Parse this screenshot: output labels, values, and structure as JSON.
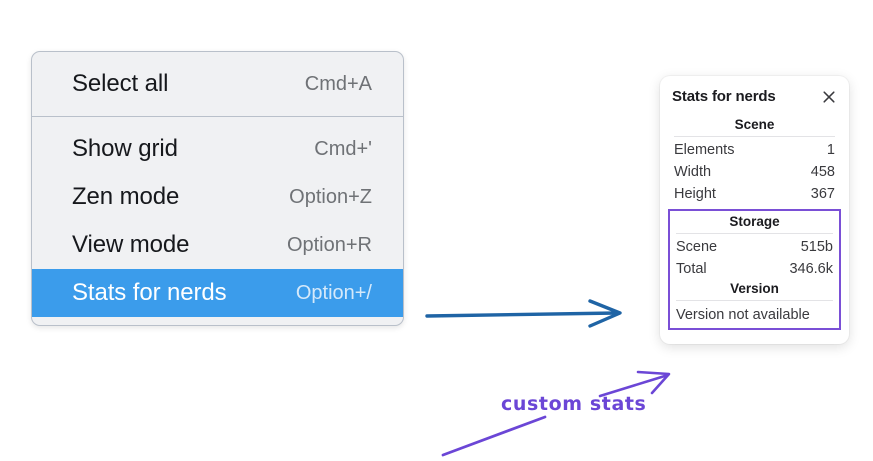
{
  "context_menu": {
    "name": "canvas-context-menu",
    "groups": [
      {
        "items": [
          {
            "label": "Select all",
            "shortcut": "Cmd+A",
            "highlighted": false
          }
        ]
      },
      {
        "items": [
          {
            "label": "Show grid",
            "shortcut": "Cmd+'",
            "highlighted": false
          },
          {
            "label": "Zen mode",
            "shortcut": "Option+Z",
            "highlighted": false
          },
          {
            "label": "View mode",
            "shortcut": "Option+R",
            "highlighted": false
          },
          {
            "label": "Stats for nerds",
            "shortcut": "Option+/",
            "highlighted": true
          }
        ]
      }
    ],
    "highlight_color": "#3b9ceb"
  },
  "stats_panel": {
    "title": "Stats for nerds",
    "close_icon": "close-icon",
    "scene": {
      "heading": "Scene",
      "rows": [
        {
          "key": "Elements",
          "value": "1"
        },
        {
          "key": "Width",
          "value": "458"
        },
        {
          "key": "Height",
          "value": "367"
        }
      ]
    },
    "storage": {
      "heading": "Storage",
      "rows": [
        {
          "key": "Scene",
          "value": "515b"
        },
        {
          "key": "Total",
          "value": "346.6k"
        }
      ]
    },
    "version": {
      "heading": "Version",
      "text": "Version not available"
    },
    "highlight_box_color": "#7a4fd6"
  },
  "annotations": {
    "label": "custom stats",
    "label_color": "#6b46d6",
    "blue_arrow_color": "#1f64a5",
    "purple_arrow_color": "#6b46d6"
  }
}
